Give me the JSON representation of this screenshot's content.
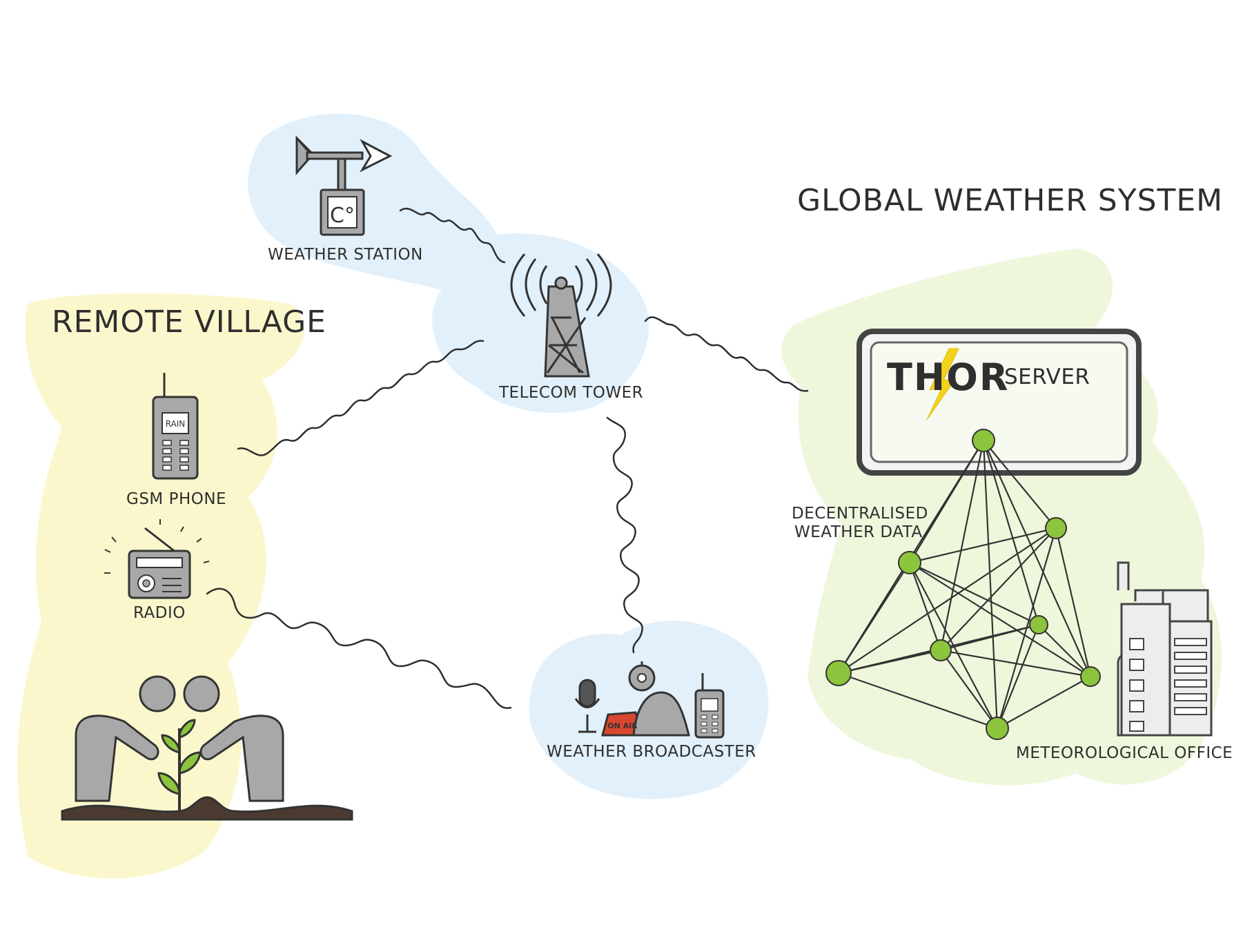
{
  "regions": {
    "remote_village": "REMOTE VILLAGE",
    "global_weather_system": "GLOBAL WEATHER SYSTEM"
  },
  "nodes": {
    "weather_station": "WEATHER STATION",
    "telecom_tower": "TELECOM TOWER",
    "gsm_phone": "GSM PHONE",
    "radio": "RADIO",
    "weather_broadcaster": "WEATHER BROADCASTER",
    "decentralised_line1": "DECENTRALISED",
    "decentralised_line2": "WEATHER DATA",
    "meteorological_office": "METEOROLOGICAL OFFICE"
  },
  "server": {
    "brand": "THOR",
    "label": "SERVER"
  },
  "icon_text": {
    "phone_screen": "RAIN",
    "thermometer": "C°",
    "on_air": "ON AIR"
  },
  "colors": {
    "village_bg": "#fbf7cc",
    "sky_bg": "#e2f0fb",
    "system_bg": "#eef7dc",
    "node_green": "#8cc43d",
    "bolt_yellow": "#f3d21a",
    "icon_grey": "#a8a8a8",
    "ink": "#333333"
  }
}
